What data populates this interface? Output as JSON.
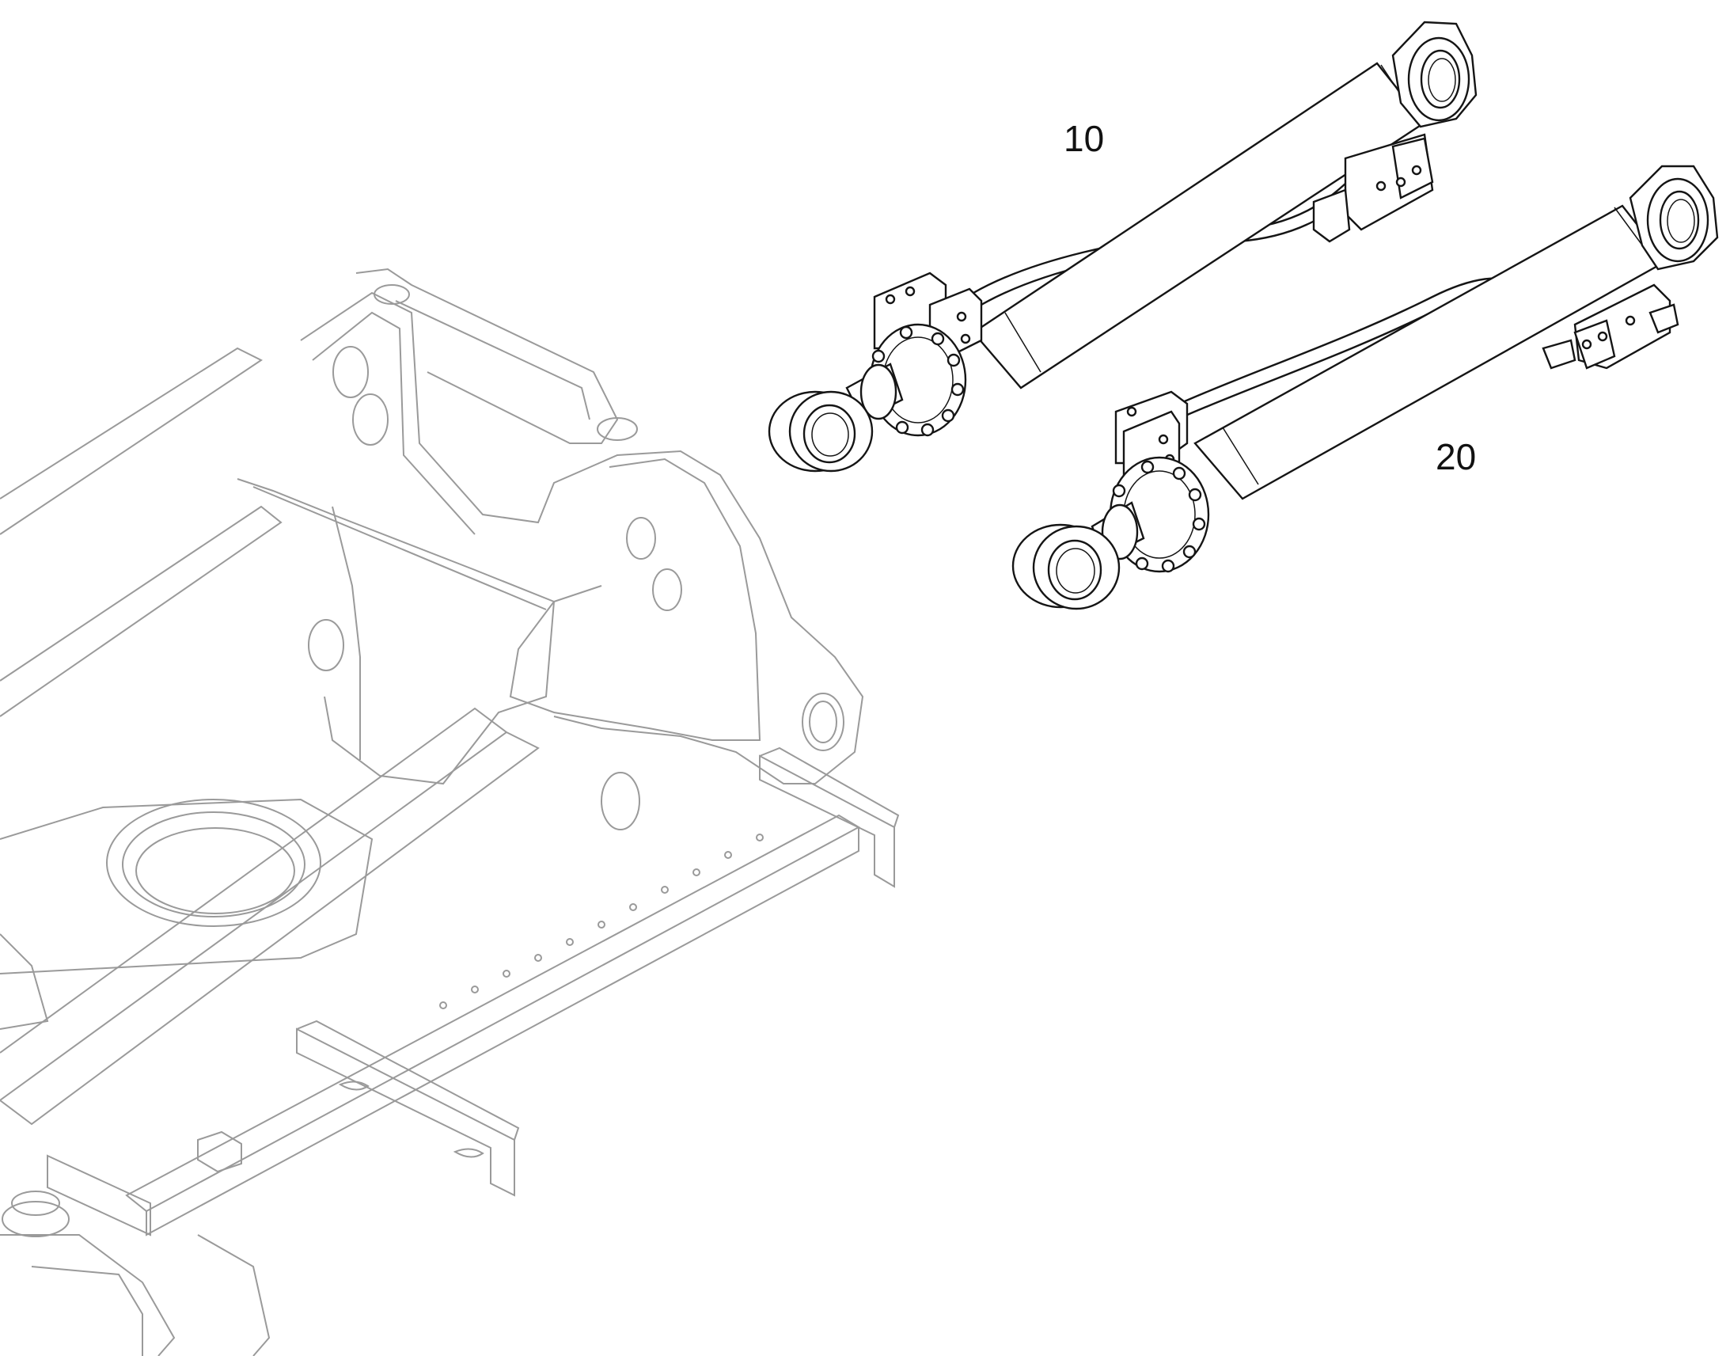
{
  "callouts": [
    {
      "label": "10",
      "part": "cylinder-upper"
    },
    {
      "label": "20",
      "part": "cylinder-lower"
    }
  ],
  "colors": {
    "background": "#ffffff",
    "cylinder_line": "#151515",
    "frame_line": "#9a9a9a"
  }
}
